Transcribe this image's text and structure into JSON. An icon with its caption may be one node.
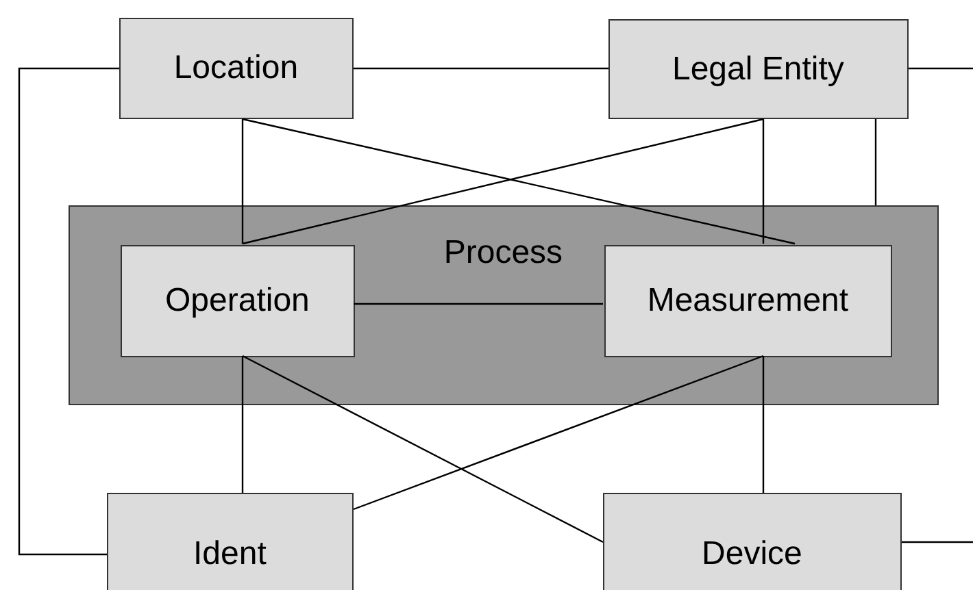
{
  "diagram": {
    "nodes": [
      {
        "text": [
          "Location"
        ]
      },
      {
        "text": [
          "Legal Entity"
        ]
      },
      {
        "text": [
          "Process"
        ]
      },
      {
        "text": [
          "Operation"
        ],
        "in": 2
      },
      {
        "text": [
          "Measurement"
        ],
        "in": 2
      },
      {
        "text": [
          "Ident"
        ]
      },
      {
        "text": [
          "Device"
        ]
      }
    ],
    "edges": [
      {
        "from": 0,
        "to": 1,
        "arrow": "none"
      },
      {
        "from": 0,
        "to": 5,
        "arrow": "none"
      },
      {
        "from": 1,
        "to": null,
        "arrow": "none"
      },
      {
        "from": 0,
        "to": 3,
        "arrow": "none"
      },
      {
        "from": 0,
        "to": 4,
        "arrow": "none"
      },
      {
        "from": 1,
        "to": 3,
        "arrow": "none"
      },
      {
        "from": 1,
        "to": 4,
        "arrow": "none"
      },
      {
        "from": 1,
        "to": 2,
        "arrow": "none"
      },
      {
        "from": 3,
        "to": 4,
        "arrow": "none"
      },
      {
        "from": 3,
        "to": 5,
        "arrow": "none"
      },
      {
        "from": 3,
        "to": 6,
        "arrow": "none"
      },
      {
        "from": 4,
        "to": 5,
        "arrow": "none"
      },
      {
        "from": 4,
        "to": 6,
        "arrow": "none"
      },
      {
        "from": 6,
        "to": null,
        "arrow": "none"
      }
    ]
  }
}
